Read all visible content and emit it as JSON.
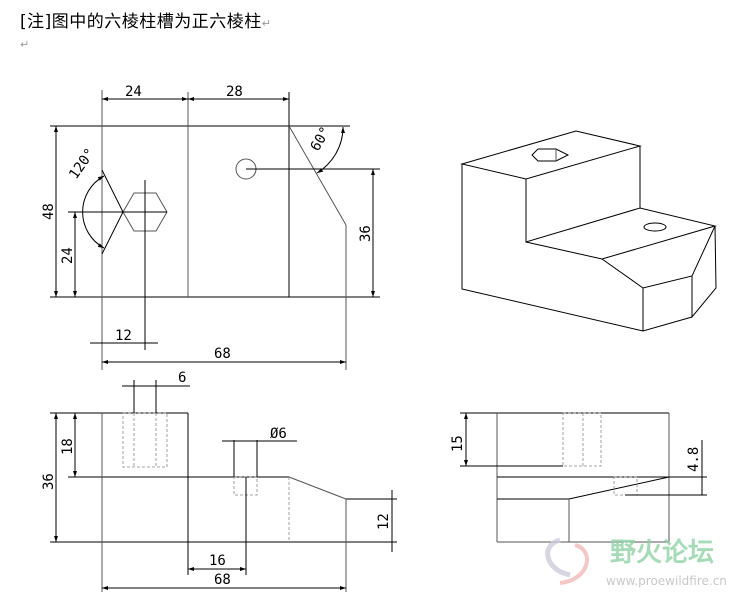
{
  "note": {
    "text": "[注]图中的六棱柱槽为正六棱柱",
    "para_mark": "↵"
  },
  "dimensions": {
    "front_width_left": "24",
    "front_width_mid": "28",
    "front_height": "48",
    "hex_center_height": "24",
    "hex_angle": "120°",
    "chamfer_angle": "60°",
    "hole_height": "36",
    "hex_offset": "12",
    "total_length_top": "68",
    "hex_slot_width": "6",
    "hole_diameter": "Ø6",
    "total_height": "36",
    "step_depth": "18",
    "hole_offset": "16",
    "total_length_front": "68",
    "low_height": "12",
    "side_slot_depth": "15",
    "side_step": "4.8"
  },
  "watermark": {
    "name": "野火论坛",
    "url": "www.proewildfire.cn"
  }
}
